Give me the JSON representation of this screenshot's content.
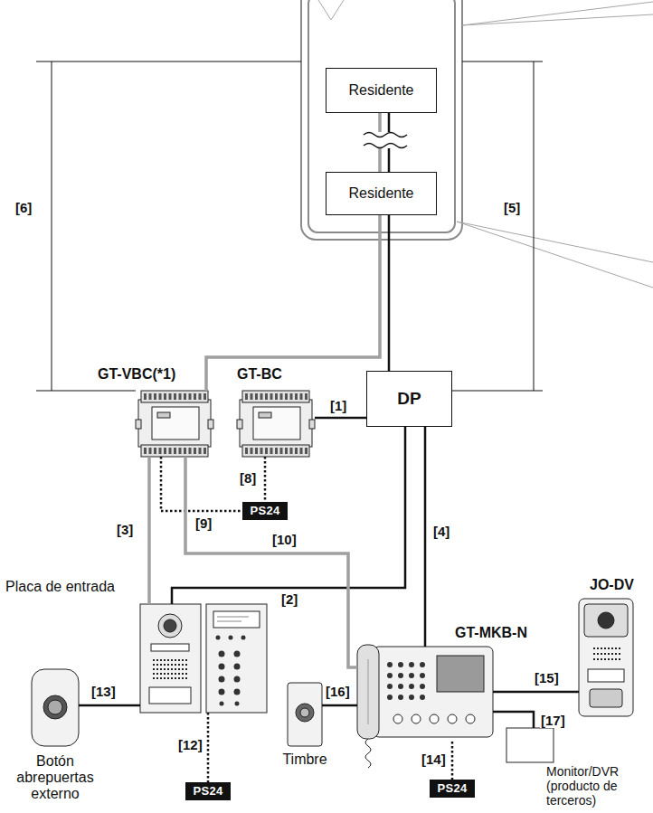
{
  "diagram": {
    "nodes": [
      {
        "text": [
          "Residente"
        ]
      },
      {
        "text": [
          "Residente"
        ]
      },
      {
        "text": [
          "GT-VBC(*1)"
        ]
      },
      {
        "text": [
          "GT-BC"
        ]
      },
      {
        "text": [
          "DP"
        ]
      },
      {
        "text": [
          "PS24"
        ]
      },
      {
        "text": [
          "Placa de entrada"
        ]
      },
      {
        "text": [
          "Botón abrepuertas externo"
        ]
      },
      {
        "text": [
          "PS24"
        ]
      },
      {
        "text": [
          "Timbre"
        ]
      },
      {
        "text": [
          "GT-MKB-N"
        ]
      },
      {
        "text": [
          "PS24"
        ]
      },
      {
        "text": [
          "JO-DV"
        ]
      },
      {
        "text": [
          "Monitor/DVR (producto de terceros)"
        ]
      }
    ],
    "edges": [
      {
        "from": 0,
        "to": 1,
        "arrow": "none"
      },
      {
        "from": 1,
        "to": 4,
        "arrow": "none"
      },
      {
        "from": 2,
        "to": 1,
        "arrow": "none"
      },
      {
        "from": 3,
        "to": 4,
        "label": "[1]",
        "arrow": "none"
      },
      {
        "from": 6,
        "to": 4,
        "label": "[2]",
        "arrow": "none"
      },
      {
        "from": 2,
        "to": 6,
        "label": "[3]",
        "arrow": "none"
      },
      {
        "from": 10,
        "to": 4,
        "label": "[4]",
        "arrow": "none"
      },
      {
        "from": 3,
        "to": 5,
        "label": "[8]",
        "arrow": "none"
      },
      {
        "from": 2,
        "to": 5,
        "label": "[9]",
        "arrow": "none"
      },
      {
        "from": 2,
        "to": 10,
        "label": "[10]",
        "arrow": "none"
      },
      {
        "from": 6,
        "to": 8,
        "label": "[12]",
        "arrow": "none"
      },
      {
        "from": 7,
        "to": 6,
        "label": "[13]",
        "arrow": "none"
      },
      {
        "from": 10,
        "to": 11,
        "label": "[14]",
        "arrow": "none"
      },
      {
        "from": 10,
        "to": 12,
        "label": "[15]",
        "arrow": "none"
      },
      {
        "from": 9,
        "to": 10,
        "label": "[16]",
        "arrow": "none"
      },
      {
        "from": 10,
        "to": 13,
        "label": "[17]",
        "arrow": "none"
      }
    ],
    "labels": [
      "[6]",
      "[5]"
    ]
  }
}
